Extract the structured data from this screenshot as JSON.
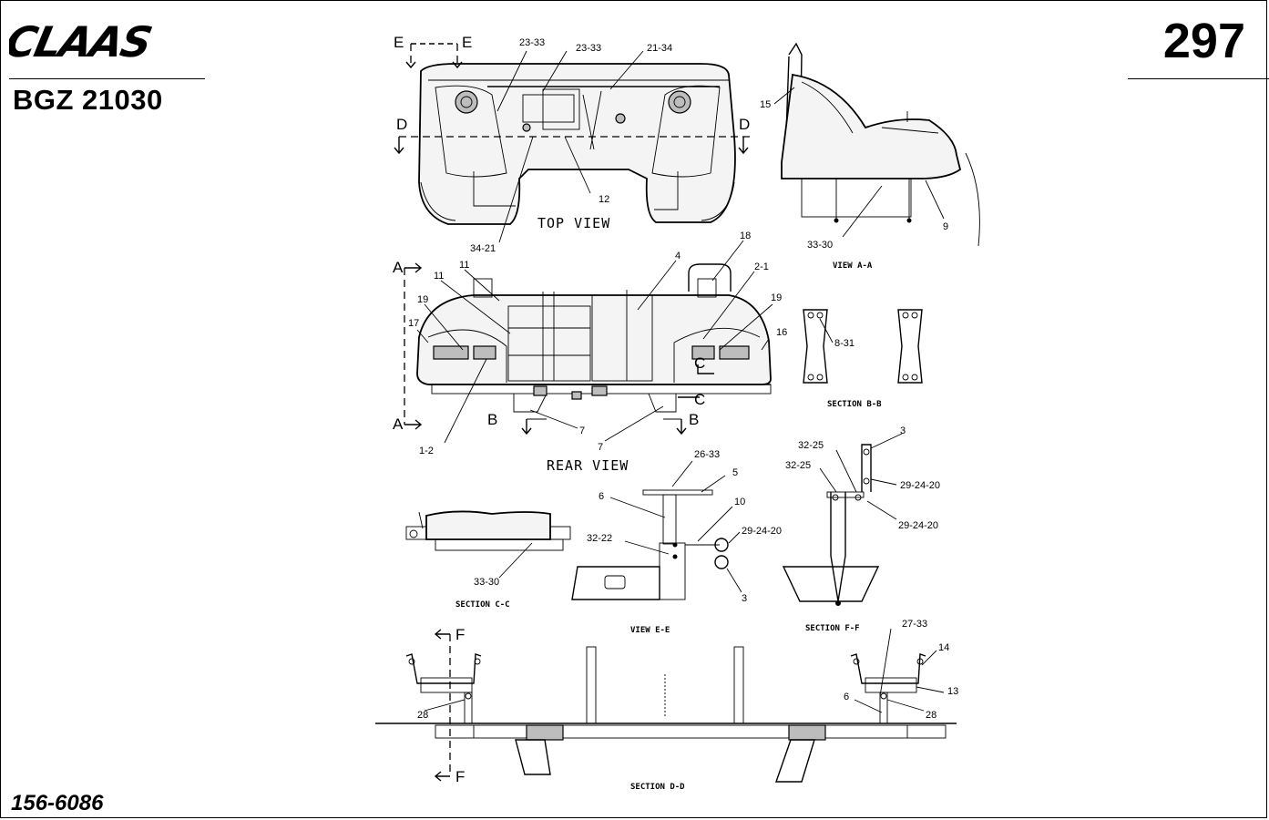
{
  "header": {
    "brand": "CLAAS",
    "doc_code": "BGZ 21030",
    "page_number": "297"
  },
  "footer": {
    "ref_code": "156-6086"
  },
  "captions": {
    "top_view": "TOP VIEW",
    "rear_view": "REAR VIEW",
    "view_a": "VIEW A-A",
    "section_b": "SECTION B-B",
    "section_c": "SECTION C-C",
    "view_e": "VIEW E-E",
    "section_f": "SECTION F-F",
    "section_d": "SECTION D-D"
  },
  "section_letters": {
    "e_left": "E",
    "e_right": "E",
    "d_left": "D",
    "d_right": "D",
    "a_top": "A",
    "a_bottom": "A",
    "b_left": "B",
    "b_right": "B",
    "c_top": "C",
    "c_bottom": "C",
    "f_top": "F",
    "f_bottom": "F"
  },
  "callouts": {
    "top_2333a": "23-33",
    "top_2333b": "23-33",
    "top_2134": "21-34",
    "top_12": "12",
    "top_3421": "34-21",
    "va_15": "15",
    "va_3330": "33-30",
    "va_9": "9",
    "rv_18": "18",
    "rv_4": "4",
    "rv_21": "2-1",
    "rv_11a": "11",
    "rv_11b": "11",
    "rv_19a": "19",
    "rv_19b": "19",
    "rv_17": "17",
    "rv_16": "16",
    "rv_12": "1-2",
    "rv_7a": "7",
    "rv_7b": "7",
    "sb_831": "8-31",
    "sc_3330": "33-30",
    "ve_2633": "26-33",
    "ve_5": "5",
    "ve_6": "6",
    "ve_10": "10",
    "ve_3222": "32-22",
    "ve_292420": "29-24-20",
    "ve_3": "3",
    "sf_3225a": "32-25",
    "sf_3225b": "32-25",
    "sf_3": "3",
    "sf_292420a": "29-24-20",
    "sf_292420b": "29-24-20",
    "sd_2733": "27-33",
    "sd_14": "14",
    "sd_13": "13",
    "sd_6": "6",
    "sd_28a": "28",
    "sd_28b": "28"
  }
}
